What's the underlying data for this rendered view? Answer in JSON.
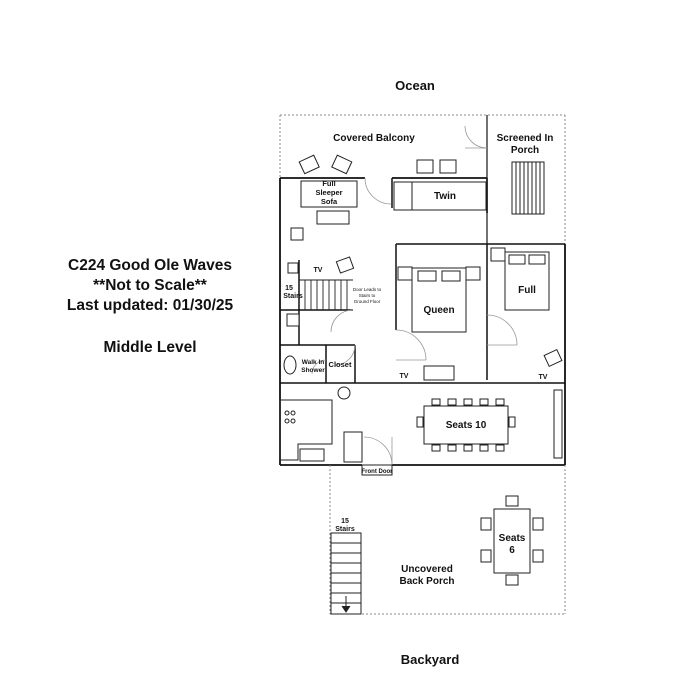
{
  "info": {
    "title": "C224 Good Ole Waves",
    "scale_note": "**Not to Scale**",
    "updated": "Last updated: 01/30/25",
    "level": "Middle Level"
  },
  "directions": {
    "top": "Ocean",
    "bottom": "Backyard"
  },
  "rooms": {
    "covered_balcony": "Covered Balcony",
    "screened_porch_1": "Screened In",
    "screened_porch_2": "Porch",
    "sofa_1": "Full",
    "sofa_2": "Sleeper",
    "sofa_3": "Sofa",
    "twin": "Twin",
    "queen": "Queen",
    "full": "Full",
    "stairs_inside_1": "15",
    "stairs_inside_2": "Stairs",
    "door_note_1": "Door Leads to",
    "door_note_2": "Stairs to",
    "door_note_3": "Ground Floor",
    "walk_in_1": "Walk In",
    "walk_in_2": "Shower",
    "closet": "Closet",
    "seats_10": "Seats 10",
    "front_door": "Front Door",
    "stairs_outside_1": "15",
    "stairs_outside_2": "Stairs",
    "seats_6_1": "Seats",
    "seats_6_2": "6",
    "back_porch_1": "Uncovered",
    "back_porch_2": "Back Porch",
    "tv": "TV"
  }
}
